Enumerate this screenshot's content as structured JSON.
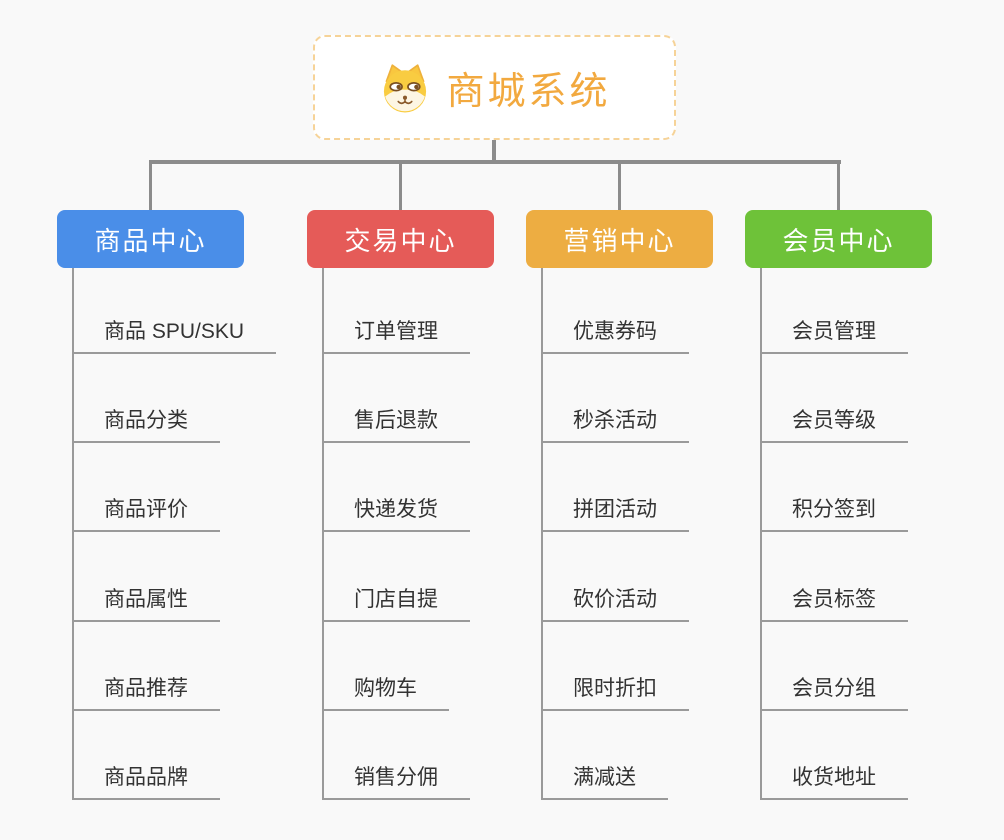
{
  "canvas": {
    "background": "#f9f9f9",
    "connector_color": "#8c8c8c",
    "branch_line_color": "#9a9a9a"
  },
  "root": {
    "title": "商城系统",
    "icon": "dog-face-icon",
    "text_color": "#f2a93f",
    "border_color": "#f6d398"
  },
  "branches": [
    {
      "label": "商品中心",
      "color": "#4a8ee8",
      "children": [
        "商品 SPU/SKU",
        "商品分类",
        "商品评价",
        "商品属性",
        "商品推荐",
        "商品品牌"
      ]
    },
    {
      "label": "交易中心",
      "color": "#e55b58",
      "children": [
        "订单管理",
        "售后退款",
        "快递发货",
        "门店自提",
        "购物车",
        "销售分佣"
      ]
    },
    {
      "label": "营销中心",
      "color": "#edad42",
      "children": [
        "优惠券码",
        "秒杀活动",
        "拼团活动",
        "砍价活动",
        "限时折扣",
        "满减送"
      ]
    },
    {
      "label": "会员中心",
      "color": "#6ec239",
      "children": [
        "会员管理",
        "会员等级",
        "积分签到",
        "会员标签",
        "会员分组",
        "收货地址"
      ]
    }
  ]
}
